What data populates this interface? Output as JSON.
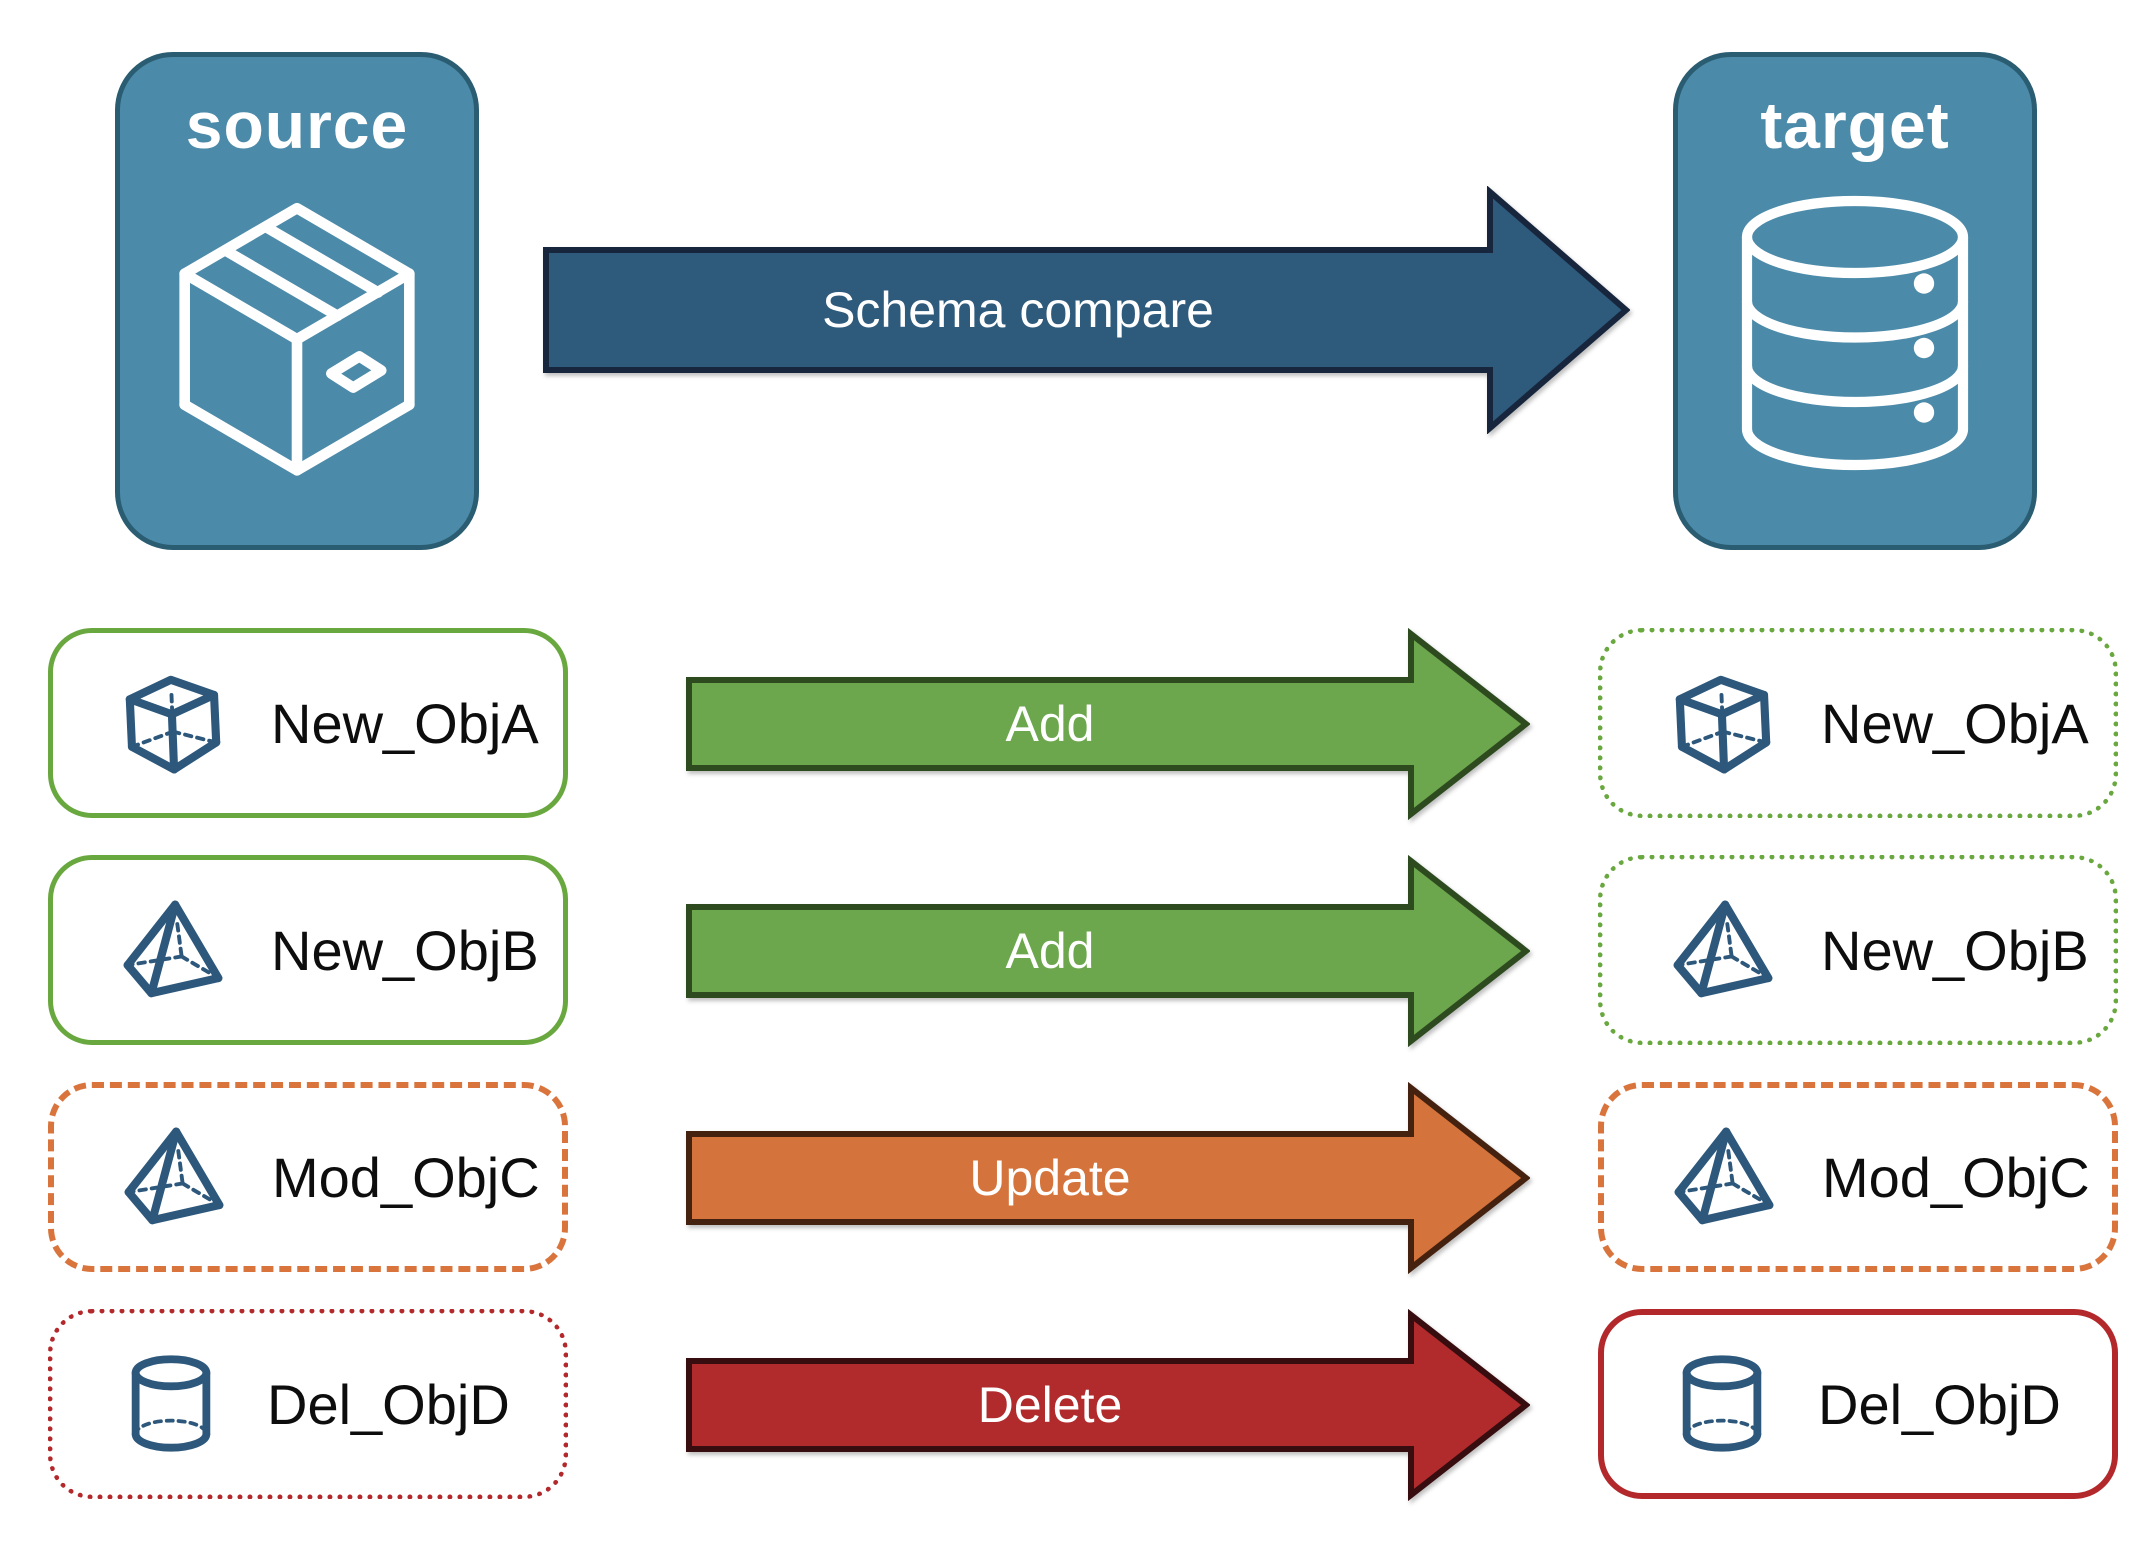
{
  "palette": {
    "node_blue_fill": "#4B8AA9",
    "node_blue_border": "#2A5D72",
    "icon_blue": "#2D587C",
    "compare_arrow_fill": "#2E5A7C",
    "compare_arrow_border": "#17263C",
    "add_arrow_fill": "#6CA64D",
    "add_arrow_border": "#2E4B20",
    "update_arrow_fill": "#D4743C",
    "update_arrow_border": "#45220F",
    "delete_arrow_fill": "#B12B2D",
    "delete_arrow_border": "#370D10",
    "object_green_border": "#69A73F",
    "object_orange_border": "#D9753C",
    "object_red_border": "#B3292B",
    "label_text": "#0d0d0d"
  },
  "source": {
    "title": "source",
    "icon": "package-icon"
  },
  "target": {
    "title": "target",
    "icon": "database-icon"
  },
  "compare_arrow": {
    "label": "Schema compare"
  },
  "rows": [
    {
      "source_label": "New_ObjA",
      "action": "Add",
      "target_label": "New_ObjA",
      "icon": "cube-icon",
      "change_type": "added"
    },
    {
      "source_label": "New_ObjB",
      "action": "Add",
      "target_label": "New_ObjB",
      "icon": "pyramid-icon",
      "change_type": "added"
    },
    {
      "source_label": "Mod_ObjC",
      "action": "Update",
      "target_label": "Mod_ObjC",
      "icon": "pyramid-icon",
      "change_type": "modified"
    },
    {
      "source_label": "Del_ObjD",
      "action": "Delete",
      "target_label": "Del_ObjD",
      "icon": "cylinder-icon",
      "change_type": "deleted"
    }
  ]
}
